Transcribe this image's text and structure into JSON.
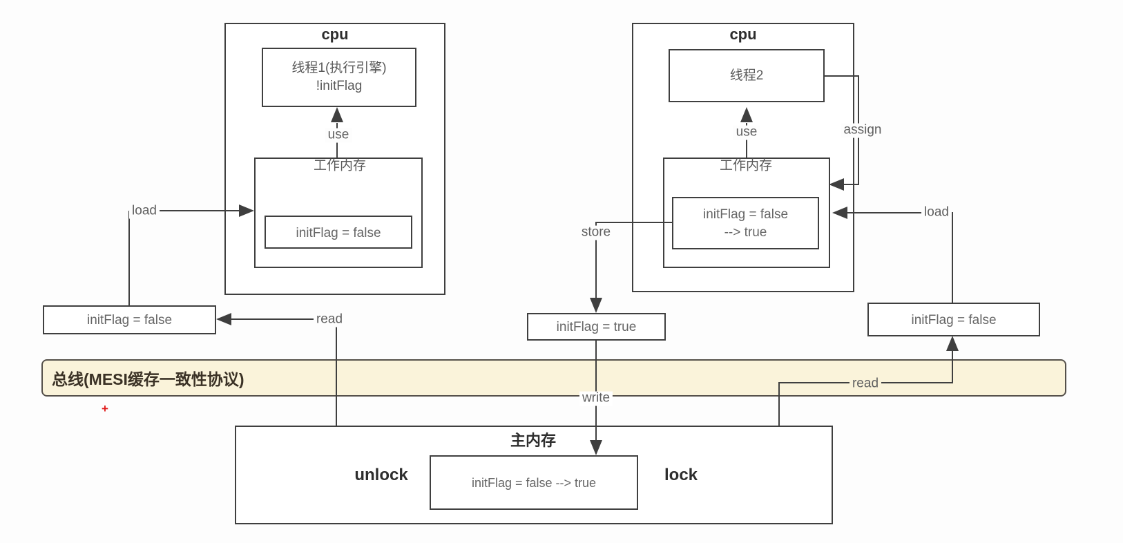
{
  "cpu_left": {
    "title": "cpu",
    "thread_line1": "线程1(执行引擎)",
    "thread_line2": "!initFlag",
    "use_label": "use",
    "work_memory_title": "工作内存",
    "flag_value": "initFlag = false",
    "load_label": "load",
    "read_label": "read"
  },
  "cpu_right": {
    "title": "cpu",
    "thread_line1": "线程2",
    "use_label": "use",
    "assign_label": "assign",
    "work_memory_title": "工作内存",
    "flag_line1": "initFlag = false",
    "flag_line2": "--> true",
    "store_label": "store",
    "write_label": "write",
    "load_label": "load",
    "read_label": "read"
  },
  "cache_boxes": {
    "left": "initFlag = false",
    "middle": "initFlag = true",
    "right": "initFlag = false"
  },
  "bus": {
    "label": "总线(MESI缓存一致性协议)",
    "fill_color": "#faf3da",
    "border_color": "#55504a"
  },
  "plus_marker": "+",
  "main_memory": {
    "title": "主内存",
    "unlock_label": "unlock",
    "lock_label": "lock",
    "flag_value": "initFlag = false --> true"
  },
  "colors": {
    "line": "#3f3f3f",
    "label_text": "#5f5f5f",
    "bold_text": "#2e2e2e",
    "plus_red": "#e01b1b",
    "background": "#fdfdfd"
  }
}
